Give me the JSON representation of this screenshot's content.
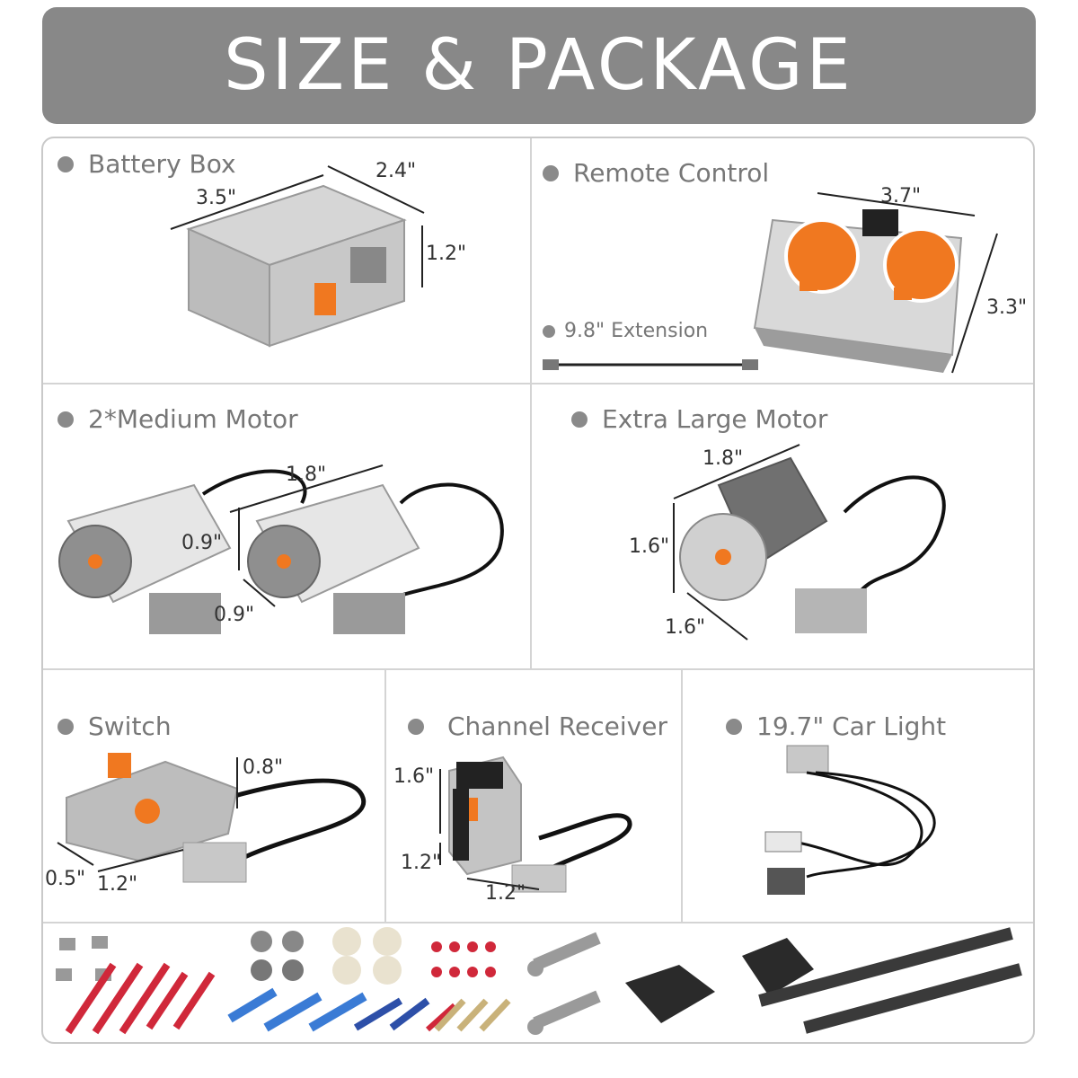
{
  "title": "SIZE & PACKAGE",
  "sections": {
    "battery_box": {
      "label": "Battery Box",
      "dims": [
        "2.4\"",
        "3.5\"",
        "1.2\""
      ]
    },
    "remote_control": {
      "label": "Remote Control",
      "dims": [
        "3.7\"",
        "3.3\""
      ]
    },
    "extension": {
      "label": "9.8\" Extension"
    },
    "medium_motor": {
      "label": "2*Medium Motor",
      "dims": [
        "1.8\"",
        "0.9\"",
        "0.9\""
      ]
    },
    "xl_motor": {
      "label": "Extra Large Motor",
      "dims": [
        "1.8\"",
        "1.6\"",
        "1.6\""
      ]
    },
    "switch": {
      "label": "Switch",
      "dims": [
        "0.8\"",
        "0.5\"",
        "1.2\""
      ]
    },
    "receiver": {
      "label": "Channel Receiver",
      "dims": [
        "1.6\"",
        "1.2\"",
        "1.2\""
      ]
    },
    "car_light": {
      "label": "19.7\" Car Light"
    }
  },
  "colors": {
    "banner": "#888888",
    "accent": "#f07820",
    "part_gray": "#bdbdbd",
    "part_dark": "#555555"
  }
}
